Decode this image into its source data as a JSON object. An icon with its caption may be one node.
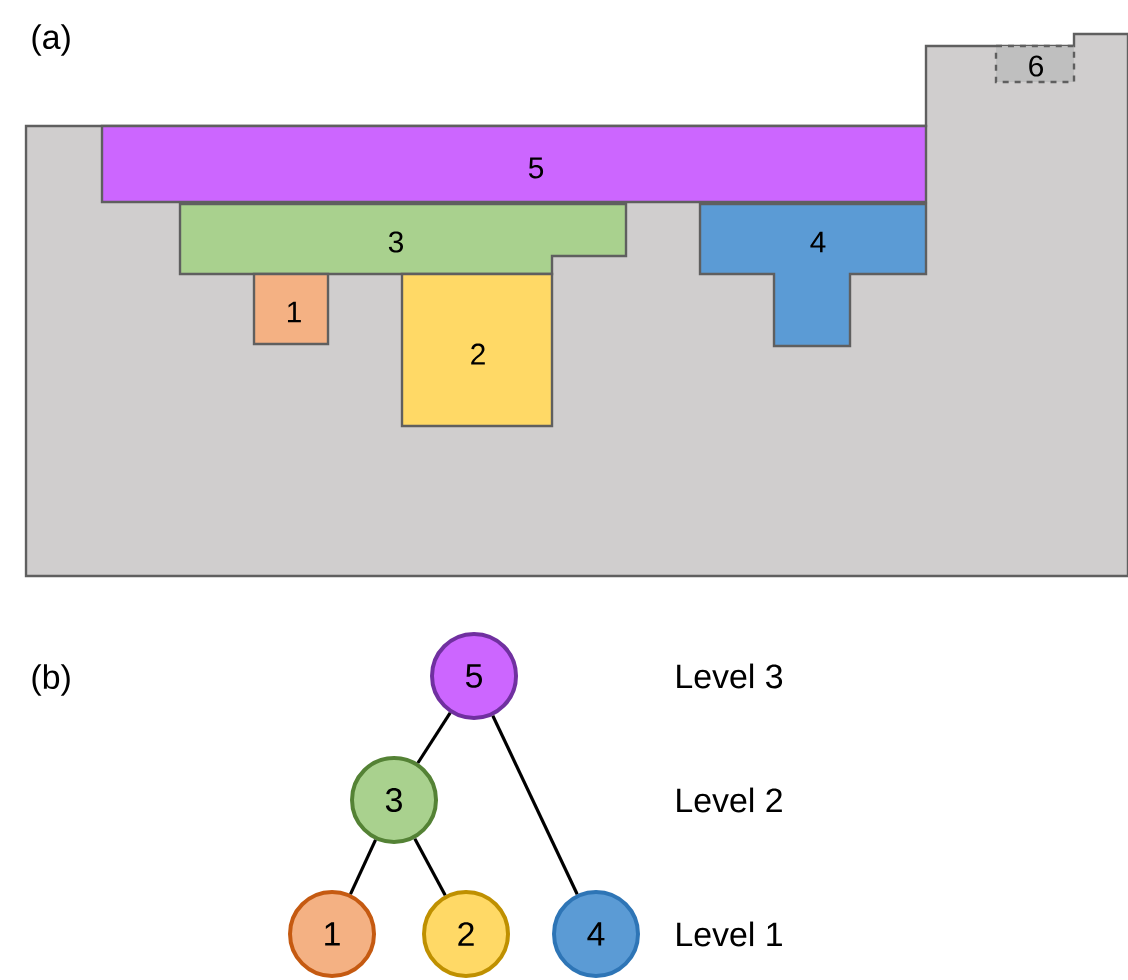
{
  "diagram": {
    "nodes": [
      {
        "text": [
          "5"
        ]
      },
      {
        "text": [
          "3"
        ]
      },
      {
        "text": [
          "4"
        ]
      },
      {
        "text": [
          "1"
        ]
      },
      {
        "text": [
          "2"
        ]
      },
      {
        "text": [
          "6"
        ]
      },
      {
        "text": [
          "5"
        ]
      },
      {
        "text": [
          "3"
        ]
      },
      {
        "text": [
          "1"
        ]
      },
      {
        "text": [
          "2"
        ]
      },
      {
        "text": [
          "4"
        ]
      }
    ],
    "edges": [
      {
        "from": 6,
        "to": 7,
        "arrow": "none"
      },
      {
        "from": 6,
        "to": 10,
        "arrow": "none"
      },
      {
        "from": 7,
        "to": 8,
        "arrow": "none"
      },
      {
        "from": 7,
        "to": 9,
        "arrow": "none"
      }
    ],
    "labels": [
      "(a)",
      "(b)",
      "Level 3",
      "Level 2",
      "Level 1"
    ]
  }
}
